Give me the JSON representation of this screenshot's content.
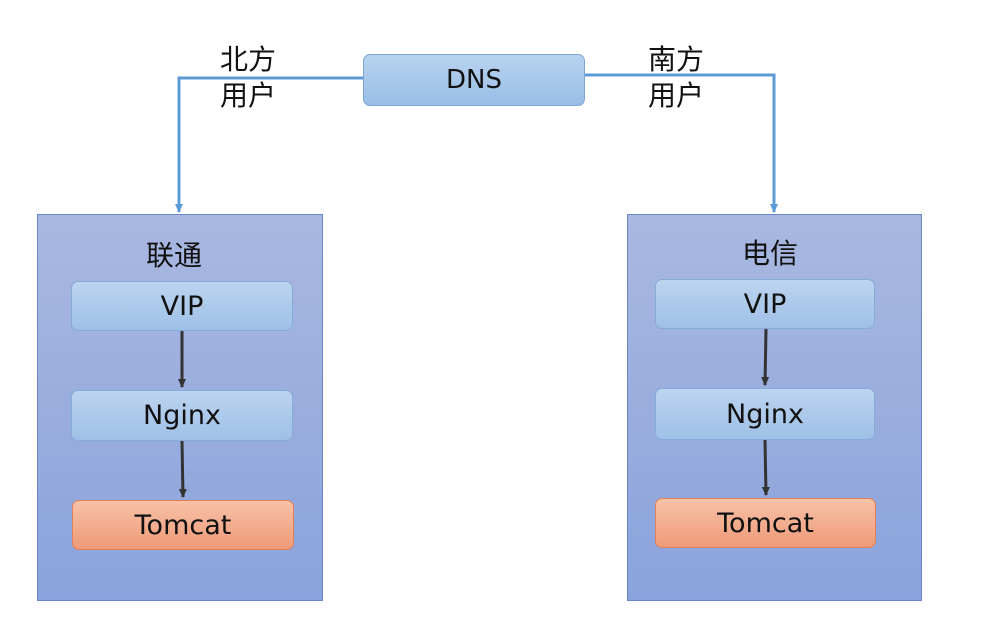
{
  "dns": {
    "label": "DNS"
  },
  "north_users": {
    "line1": "北方",
    "line2": "用户"
  },
  "south_users": {
    "line1": "南方",
    "line2": "用户"
  },
  "left_zone": {
    "title": "联通",
    "vip": "VIP",
    "nginx": "Nginx",
    "tomcat": "Tomcat"
  },
  "right_zone": {
    "title": "电信",
    "vip": "VIP",
    "nginx": "Nginx",
    "tomcat": "Tomcat"
  },
  "colors": {
    "dns_link": "#5b9bd5",
    "flow_arrow": "#333333",
    "zone_fill": "#8fa6dc",
    "blue_node": "#a8c6ea",
    "orange_node": "#f2a384"
  }
}
